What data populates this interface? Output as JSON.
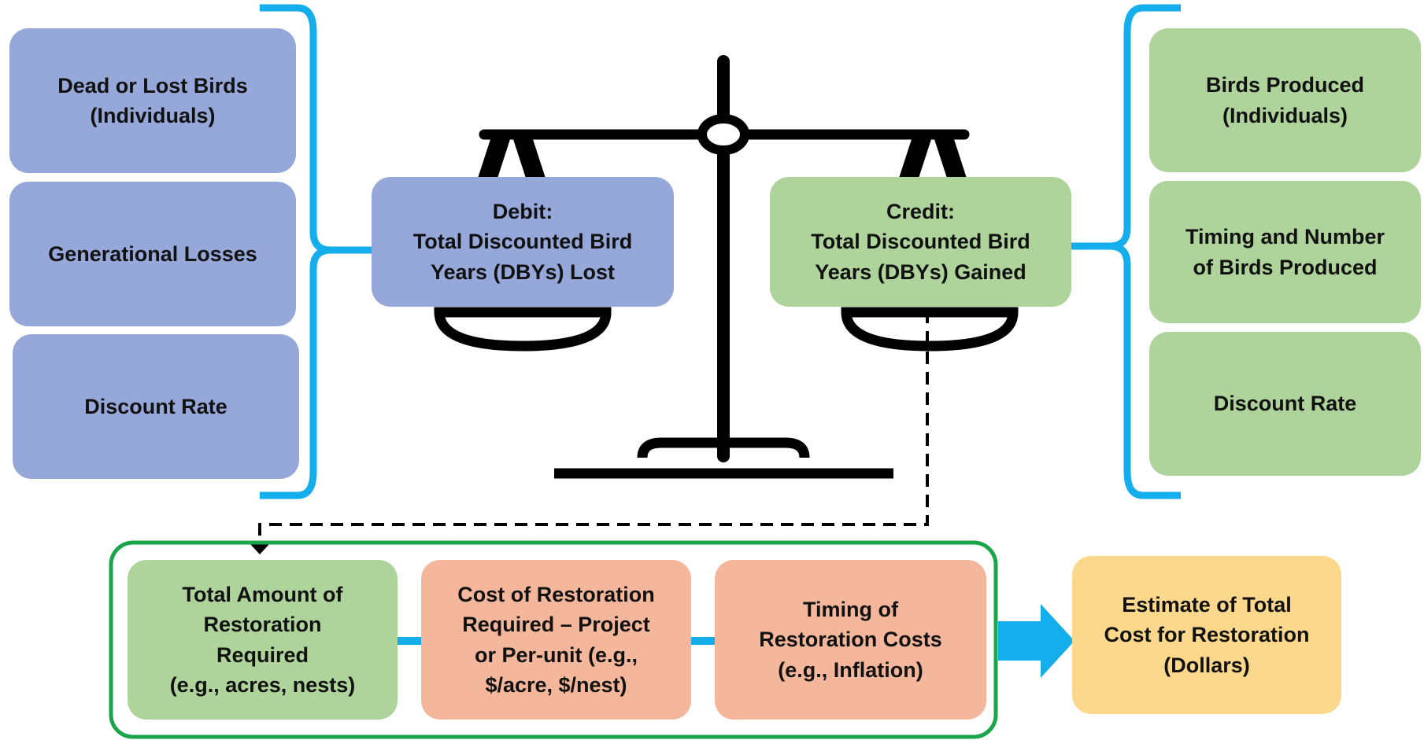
{
  "colors": {
    "purple": "#96a8d9",
    "green": "#aed39b",
    "salmon": "#f4b79b",
    "yellow": "#fbd88b",
    "bracket_blue": "#15aeed",
    "group_border": "#1aa54a",
    "scale": "#000000"
  },
  "left_factors": [
    "Dead or Lost Birds\n(Individuals)",
    "Generational Losses",
    "Discount Rate"
  ],
  "right_factors": [
    "Birds Produced\n(Individuals)",
    "Timing and Number\nof Birds Produced",
    "Discount Rate"
  ],
  "debit": "Debit:\nTotal Discounted Bird\nYears (DBYs) Lost",
  "credit": "Credit:\nTotal Discounted Bird\nYears (DBYs) Gained",
  "restoration_steps": [
    "Total Amount of\nRestoration\nRequired\n(e.g., acres, nests)",
    "Cost of Restoration\nRequired – Project\nor Per-unit (e.g.,\n$/acre, $/nest)",
    "Timing of\nRestoration Costs\n(e.g., Inflation)"
  ],
  "result": "Estimate of Total\nCost for Restoration\n(Dollars)"
}
